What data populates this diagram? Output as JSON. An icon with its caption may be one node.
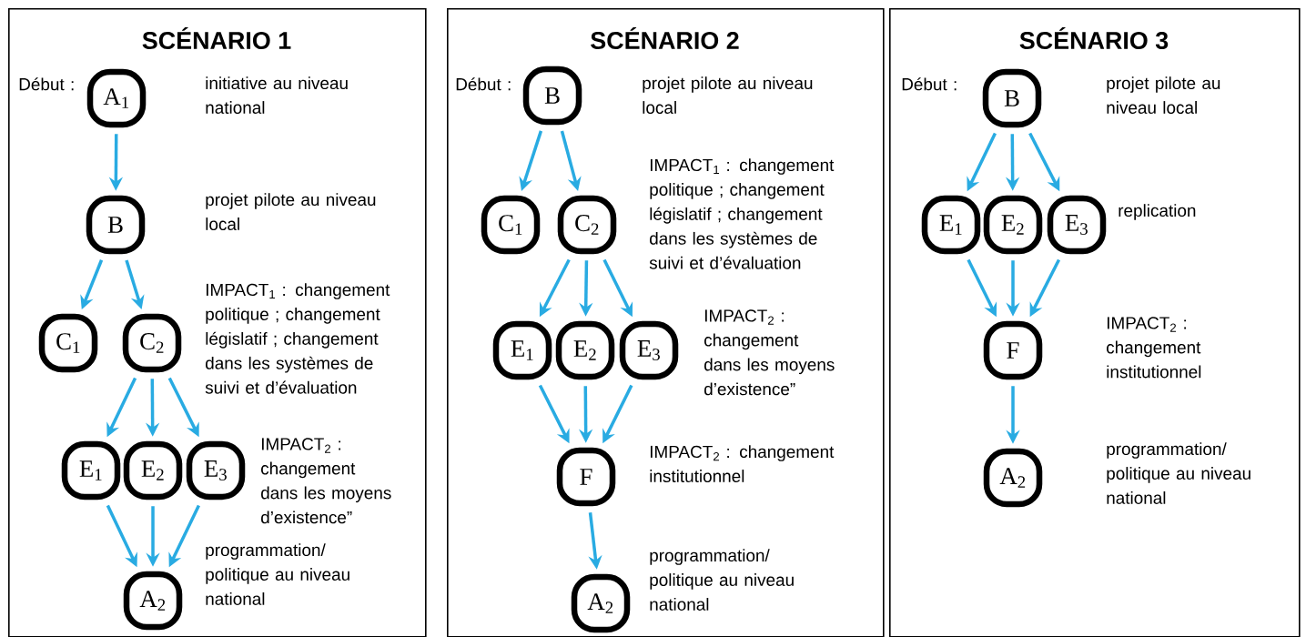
{
  "diagram": {
    "nodes": [
      {
        "text": [
          "SCÉNARIO 1"
        ]
      },
      {
        "text": [
          "A$_{1}$"
        ],
        "in": 0,
        "beside": [
          "Début :",
          "initiative au niveau national"
        ]
      },
      {
        "text": [
          "B"
        ],
        "in": 0,
        "beside": [
          "projet pilote au niveau local"
        ]
      },
      {
        "text": [
          "C$_{1}$"
        ],
        "in": 0
      },
      {
        "text": [
          "C$_{2}$"
        ],
        "in": 0,
        "beside": [
          "IMPACT$_{1}$ : changement politique ; changement législatif ; changement dans les systèmes de suivi et d’évaluation"
        ]
      },
      {
        "text": [
          "E$_{1}$"
        ],
        "in": 0
      },
      {
        "text": [
          "E$_{2}$"
        ],
        "in": 0
      },
      {
        "text": [
          "E$_{3}$"
        ],
        "in": 0,
        "beside": [
          "IMPACT$_{2}$ : changement dans les moyens d’existence”"
        ]
      },
      {
        "text": [
          "A$_{2}$"
        ],
        "in": 0,
        "beside": [
          "programmation/ politique au niveau national"
        ]
      },
      {
        "text": [
          "SCÉNARIO 2"
        ]
      },
      {
        "text": [
          "B"
        ],
        "in": 9,
        "beside": [
          "Début :",
          "projet pilote au niveau local"
        ]
      },
      {
        "text": [
          "C$_{1}$"
        ],
        "in": 9
      },
      {
        "text": [
          "C$_{2}$"
        ],
        "in": 9,
        "beside": [
          "IMPACT$_{1}$ : changement politique ; changement législatif ; changement dans les systèmes de suivi et d’évaluation"
        ]
      },
      {
        "text": [
          "E$_{1}$"
        ],
        "in": 9
      },
      {
        "text": [
          "E$_{2}$"
        ],
        "in": 9
      },
      {
        "text": [
          "E$_{3}$"
        ],
        "in": 9,
        "beside": [
          "IMPACT$_{2}$ : changement dans les moyens d’existence”"
        ]
      },
      {
        "text": [
          "F"
        ],
        "in": 9,
        "beside": [
          "IMPACT$_{2}$ : changement institutionnel"
        ]
      },
      {
        "text": [
          "A$_{2}$"
        ],
        "in": 9,
        "beside": [
          "programmation/ politique au niveau national"
        ]
      },
      {
        "text": [
          "SCÉNARIO 3"
        ]
      },
      {
        "text": [
          "B"
        ],
        "in": 18,
        "beside": [
          "Début :",
          "projet pilote au niveau local"
        ]
      },
      {
        "text": [
          "E$_{1}$"
        ],
        "in": 18
      },
      {
        "text": [
          "E$_{2}$"
        ],
        "in": 18
      },
      {
        "text": [
          "E$_{3}$"
        ],
        "in": 18,
        "beside": [
          "replication"
        ]
      },
      {
        "text": [
          "F"
        ],
        "in": 18,
        "beside": [
          "IMPACT$_{2}$ : changement institutionnel"
        ]
      },
      {
        "text": [
          "A$_{2}$"
        ],
        "in": 18,
        "beside": [
          "programmation/ politique au niveau national"
        ]
      }
    ],
    "edges": [
      {
        "from": 1,
        "to": 2,
        "arrow": "to"
      },
      {
        "from": 2,
        "to": 3,
        "arrow": "to"
      },
      {
        "from": 2,
        "to": 4,
        "arrow": "to"
      },
      {
        "from": 4,
        "to": 5,
        "arrow": "to"
      },
      {
        "from": 4,
        "to": 6,
        "arrow": "to"
      },
      {
        "from": 4,
        "to": 7,
        "arrow": "to"
      },
      {
        "from": 5,
        "to": 8,
        "arrow": "to"
      },
      {
        "from": 6,
        "to": 8,
        "arrow": "to"
      },
      {
        "from": 7,
        "to": 8,
        "arrow": "to"
      },
      {
        "from": 10,
        "to": 11,
        "arrow": "to"
      },
      {
        "from": 10,
        "to": 12,
        "arrow": "to"
      },
      {
        "from": 12,
        "to": 13,
        "arrow": "to"
      },
      {
        "from": 12,
        "to": 14,
        "arrow": "to"
      },
      {
        "from": 12,
        "to": 15,
        "arrow": "to"
      },
      {
        "from": 13,
        "to": 16,
        "arrow": "to"
      },
      {
        "from": 14,
        "to": 16,
        "arrow": "to"
      },
      {
        "from": 15,
        "to": 16,
        "arrow": "to"
      },
      {
        "from": 16,
        "to": 17,
        "arrow": "to"
      },
      {
        "from": 19,
        "to": 20,
        "arrow": "to"
      },
      {
        "from": 19,
        "to": 21,
        "arrow": "to"
      },
      {
        "from": 19,
        "to": 22,
        "arrow": "to"
      },
      {
        "from": 20,
        "to": 23,
        "arrow": "to"
      },
      {
        "from": 21,
        "to": 23,
        "arrow": "to"
      },
      {
        "from": 22,
        "to": 23,
        "arrow": "to"
      },
      {
        "from": 23,
        "to": 24,
        "arrow": "to"
      }
    ]
  }
}
